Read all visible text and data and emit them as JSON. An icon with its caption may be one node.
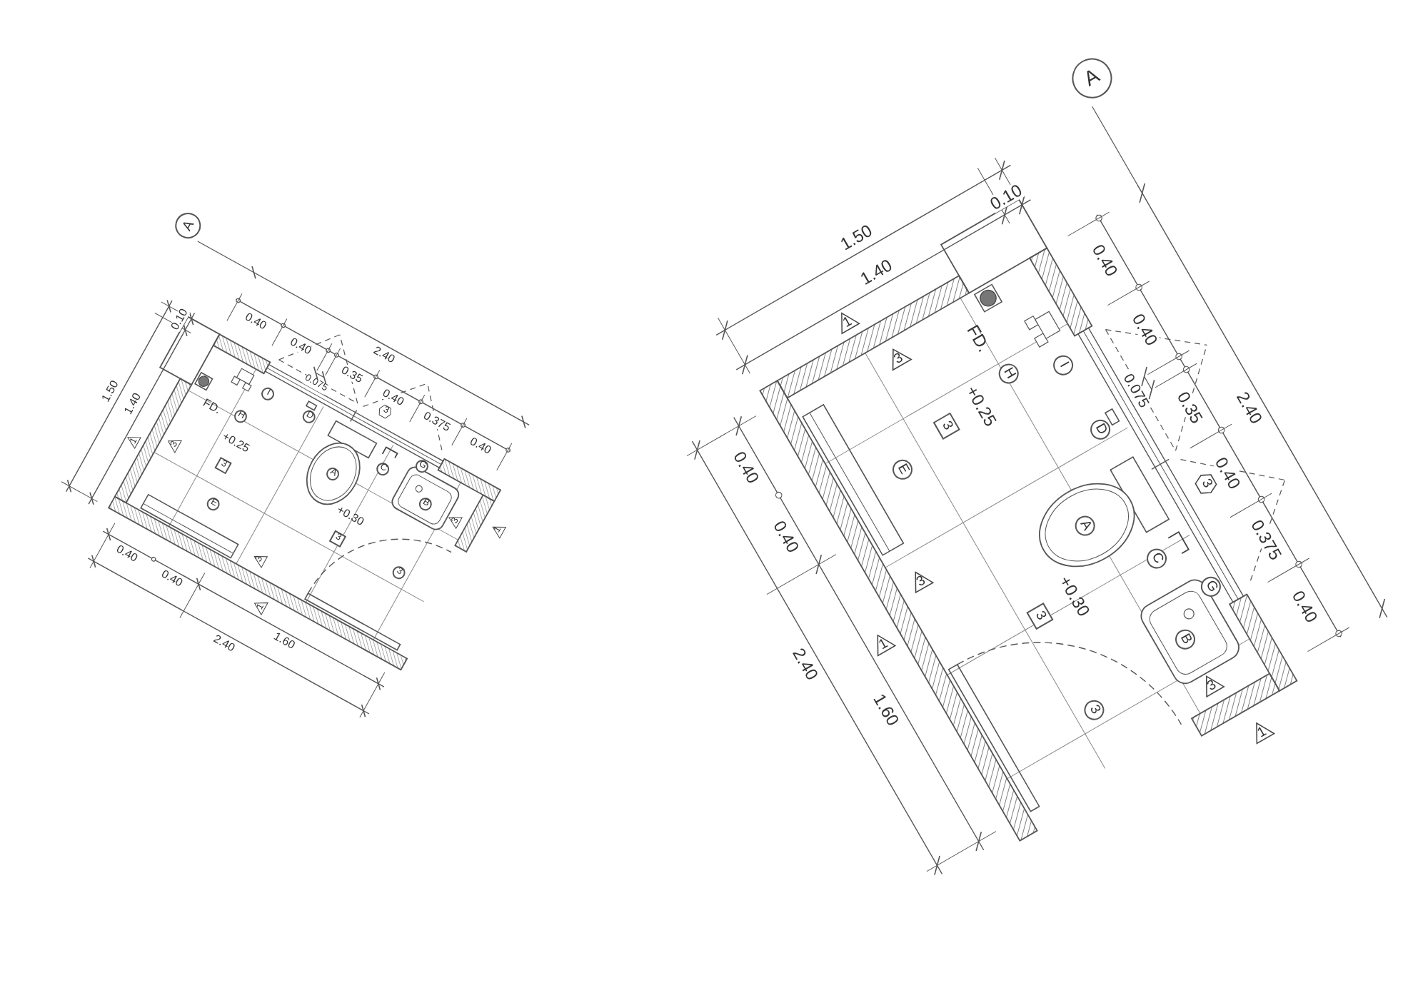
{
  "diagram": {
    "labels": [
      "A",
      "0.40",
      "0.40",
      "0.075",
      "0.35",
      "0.40",
      "0.375",
      "0.40",
      "2.40",
      "0.10",
      "1.50",
      "1.40",
      "0.40",
      "0.40",
      "2.40",
      "1.60",
      "FD.",
      "1",
      "3",
      "H",
      "I",
      "3",
      "+0.25",
      "D",
      "E",
      "A",
      "3",
      "1",
      "3",
      "+0.30",
      "C",
      "G",
      "B",
      "3",
      "3",
      "3",
      "1",
      "A",
      "0.40",
      "0.40",
      "0.075",
      "0.35",
      "0.40",
      "0.375",
      "0.40",
      "2.40",
      "0.10",
      "1.50",
      "1.40",
      "0.40",
      "0.40",
      "2.40",
      "1.60",
      "FD.",
      "1",
      "3",
      "H",
      "I",
      "3",
      "+0.25",
      "D",
      "E",
      "A",
      "3",
      "1",
      "3",
      "+0.30",
      "C",
      "G",
      "B",
      "3",
      "3",
      "3",
      "1"
    ]
  }
}
